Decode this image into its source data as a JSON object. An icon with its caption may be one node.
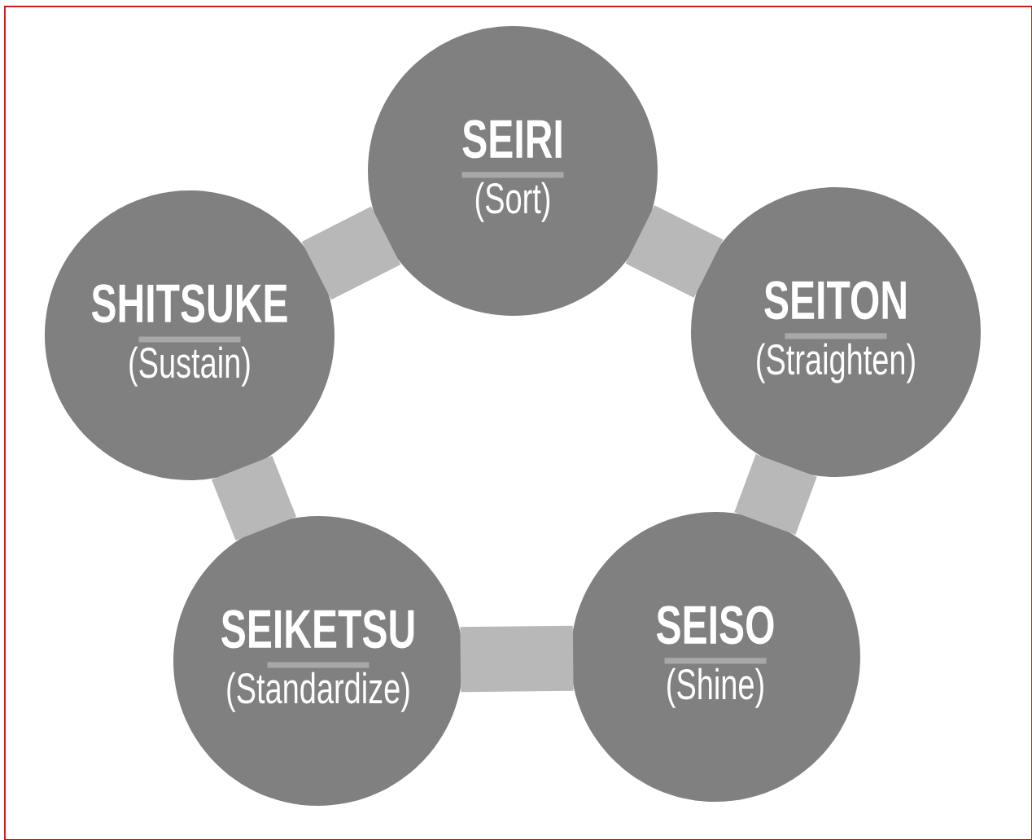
{
  "diagram": {
    "nodes": [
      {
        "text": [
          "SEIRI",
          "(Sort)"
        ]
      },
      {
        "text": [
          "SEITON",
          "(Straighten)"
        ]
      },
      {
        "text": [
          "SEISO",
          "(Shine)"
        ]
      },
      {
        "text": [
          "SEIKETSU",
          "(Standardize)"
        ]
      },
      {
        "text": [
          "SHITSUKE",
          "(Sustain)"
        ]
      }
    ],
    "edges": [
      {
        "from": 0,
        "to": 1,
        "arrow": "none"
      },
      {
        "from": 1,
        "to": 2,
        "arrow": "none"
      },
      {
        "from": 2,
        "to": 3,
        "arrow": "none"
      },
      {
        "from": 3,
        "to": 4,
        "arrow": "none"
      },
      {
        "from": 4,
        "to": 0,
        "arrow": "none"
      }
    ]
  }
}
